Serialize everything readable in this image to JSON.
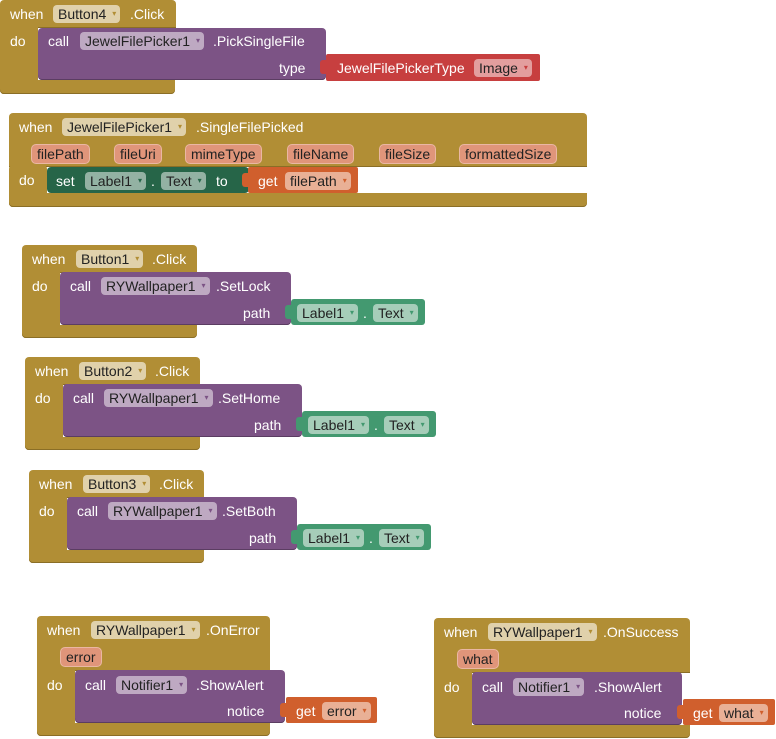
{
  "blocks": {
    "b4": {
      "when": "when",
      "component": "Button4",
      "event": ".Click",
      "do": "do",
      "call": "call",
      "target": "JewelFilePicker1",
      "method": ".PickSingleFile",
      "arg_label": "type",
      "arg_block": "JewelFilePickerType",
      "arg_value": "Image"
    },
    "picked": {
      "when": "when",
      "component": "JewelFilePicker1",
      "event": ".SingleFilePicked",
      "params": [
        "filePath",
        "fileUri",
        "mimeType",
        "fileName",
        "fileSize",
        "formattedSize"
      ],
      "do": "do",
      "set": "set",
      "set_component": "Label1",
      "dot": ".",
      "set_prop": "Text",
      "to": "to",
      "get": "get",
      "get_var": "filePath"
    },
    "b1": {
      "when": "when",
      "component": "Button1",
      "event": ".Click",
      "do": "do",
      "call": "call",
      "target": "RYWallpaper1",
      "method": ".SetLock",
      "arg_label": "path",
      "arg_component": "Label1",
      "dot": ".",
      "arg_prop": "Text"
    },
    "b2": {
      "when": "when",
      "component": "Button2",
      "event": ".Click",
      "do": "do",
      "call": "call",
      "target": "RYWallpaper1",
      "method": ".SetHome",
      "arg_label": "path",
      "arg_component": "Label1",
      "dot": ".",
      "arg_prop": "Text"
    },
    "b3": {
      "when": "when",
      "component": "Button3",
      "event": ".Click",
      "do": "do",
      "call": "call",
      "target": "RYWallpaper1",
      "method": ".SetBoth",
      "arg_label": "path",
      "arg_component": "Label1",
      "dot": ".",
      "arg_prop": "Text"
    },
    "err": {
      "when": "when",
      "component": "RYWallpaper1",
      "event": ".OnError",
      "param": "error",
      "do": "do",
      "call": "call",
      "target": "Notifier1",
      "method": ".ShowAlert",
      "arg_label": "notice",
      "get": "get",
      "get_var": "error"
    },
    "succ": {
      "when": "when",
      "component": "RYWallpaper1",
      "event": ".OnSuccess",
      "param": "what",
      "do": "do",
      "call": "call",
      "target": "Notifier1",
      "method": ".ShowAlert",
      "arg_label": "notice",
      "get": "get",
      "get_var": "what"
    }
  },
  "icons": {
    "dropdown": "▾"
  },
  "colors": {
    "event": "#b18e35",
    "procedure": "#7c5385",
    "component_getter": "#439970",
    "setter": "#266548",
    "variable": "#d05f2d",
    "helper": "#c73f3f",
    "param": "#e0957a"
  }
}
